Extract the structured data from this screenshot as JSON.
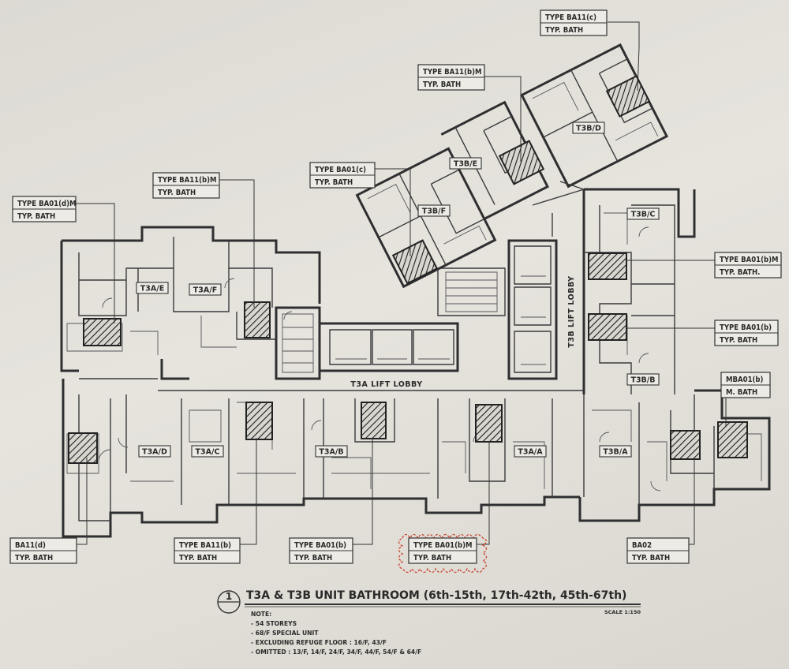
{
  "drawing": {
    "title": "T3A & T3B UNIT BATHROOM (6th-15th, 17th-42th, 45th-67th)",
    "number": "1",
    "scale": "SCALE 1:150",
    "notes": [
      "NOTE:",
      "- 54 STOREYS",
      "- 68/F SPECIAL UNIT",
      "- EXCLUDING REFUGE FLOOR : 16/F, 43/F",
      "- OMITTED : 13/F, 14/F, 24/F, 34/F, 44/F, 54/F & 64/F"
    ]
  },
  "units": [
    "T3A/E",
    "T3A/F",
    "T3A/D",
    "T3A/C",
    "T3A/B",
    "T3A/A",
    "T3B/A",
    "T3B/B",
    "T3B/C",
    "T3B/D",
    "T3B/E",
    "T3B/F"
  ],
  "lobbies": {
    "t3a": "T3A LIFT LOBBY",
    "t3b": "T3B LIFT LOBBY"
  },
  "tags": [
    {
      "type": "TYPE BA11(c)",
      "sub": "TYP. BATH"
    },
    {
      "type": "TYPE BA11(b)M",
      "sub": "TYP. BATH"
    },
    {
      "type": "TYPE BA01(c)",
      "sub": "TYP. BATH"
    },
    {
      "type": "TYPE BA11(b)M",
      "sub": "TYP. BATH"
    },
    {
      "type": "TYPE BA01(d)M",
      "sub": "TYP. BATH"
    },
    {
      "type": "TYPE BA01(b)M",
      "sub": "TYP. BATH."
    },
    {
      "type": "TYPE BA01(b)",
      "sub": "TYP. BATH"
    },
    {
      "type": "MBA01(b)",
      "sub": "M. BATH"
    },
    {
      "type": "BA11(d)",
      "sub": "TYP. BATH"
    },
    {
      "type": "TYPE BA11(b)",
      "sub": "TYP. BATH"
    },
    {
      "type": "TYPE BA01(b)",
      "sub": "TYP. BATH"
    },
    {
      "type": "TYPE BA01(b)M",
      "sub": "TYP. BATH"
    },
    {
      "type": "BA02",
      "sub": "TYP. BATH"
    }
  ],
  "colors": {
    "ink": "#2f2f31",
    "paper": "#e6e4dd",
    "revision_cloud": "#c9442e"
  }
}
